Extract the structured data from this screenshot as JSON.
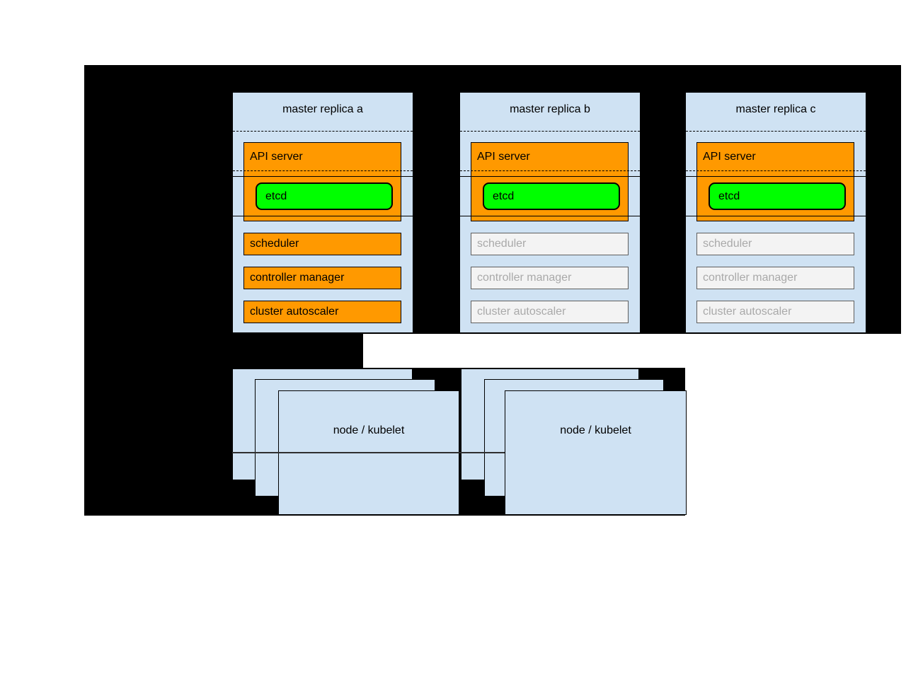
{
  "diagram": {
    "masters": [
      {
        "title": "master replica a",
        "api_server_label": "API server",
        "etcd_label": "etcd",
        "components": [
          "scheduler",
          "controller manager",
          "cluster autoscaler"
        ],
        "state": "active"
      },
      {
        "title": "master replica b",
        "api_server_label": "API server",
        "etcd_label": "etcd",
        "components": [
          "scheduler",
          "controller manager",
          "cluster autoscaler"
        ],
        "state": "inactive"
      },
      {
        "title": "master replica c",
        "api_server_label": "API server",
        "etcd_label": "etcd",
        "components": [
          "scheduler",
          "controller manager",
          "cluster autoscaler"
        ],
        "state": "inactive"
      }
    ],
    "node_groups": [
      {
        "label": "node / kubelet",
        "stacked_boxes": 3
      },
      {
        "label": "node / kubelet",
        "stacked_boxes": 3
      }
    ],
    "colors": {
      "canvas_background": "#000000",
      "container_blue": "#cfe2f3",
      "active_orange": "#ff9900",
      "etcd_green": "#00ff00",
      "inactive_fill": "#f3f3f3",
      "inactive_border": "#5f5f5f",
      "inactive_text": "#a9a9a9"
    }
  }
}
